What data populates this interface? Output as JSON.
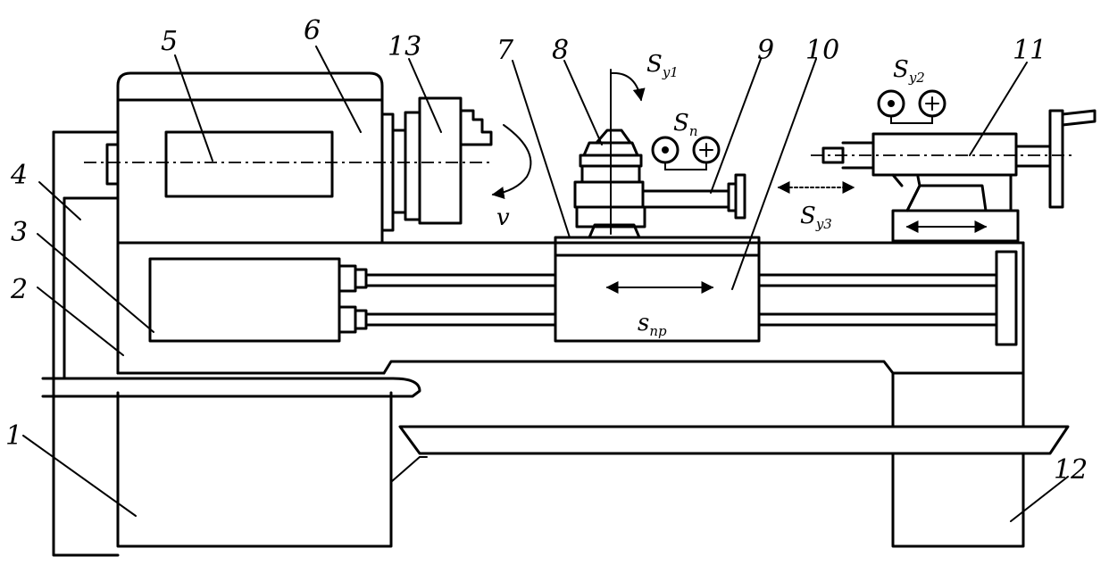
{
  "callouts": [
    "1",
    "2",
    "3",
    "4",
    "5",
    "6",
    "7",
    "8",
    "9",
    "10",
    "11",
    "12",
    "13"
  ],
  "motions": {
    "v": "v",
    "sy1": {
      "base": "S",
      "sub": "y1"
    },
    "sn": {
      "base": "S",
      "sub": "n"
    },
    "sy2": {
      "base": "S",
      "sub": "y2"
    },
    "sy3": {
      "base": "S",
      "sub": "y3"
    },
    "snp": {
      "base": "s",
      "sub": "np"
    }
  }
}
